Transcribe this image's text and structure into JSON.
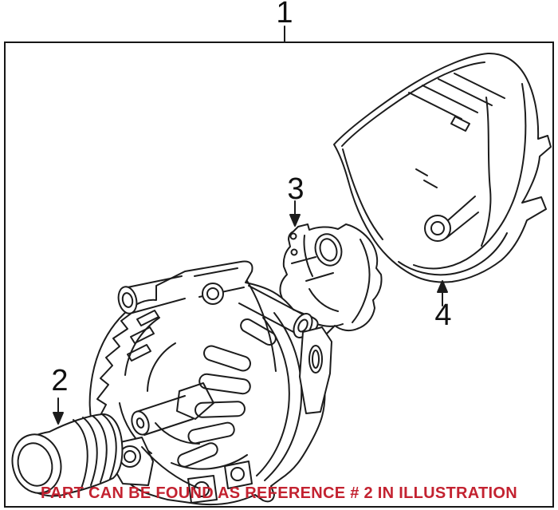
{
  "illustration": {
    "background_color": "#ffffff",
    "line_color": "#1c1c1c",
    "callouts": [
      {
        "number": "1"
      },
      {
        "number": "2"
      },
      {
        "number": "3"
      },
      {
        "number": "4"
      }
    ]
  },
  "banner": {
    "text": "PART CAN BE FOUND AS REFERENCE # 2 IN ILLUSTRATION",
    "color": "#c32230"
  }
}
